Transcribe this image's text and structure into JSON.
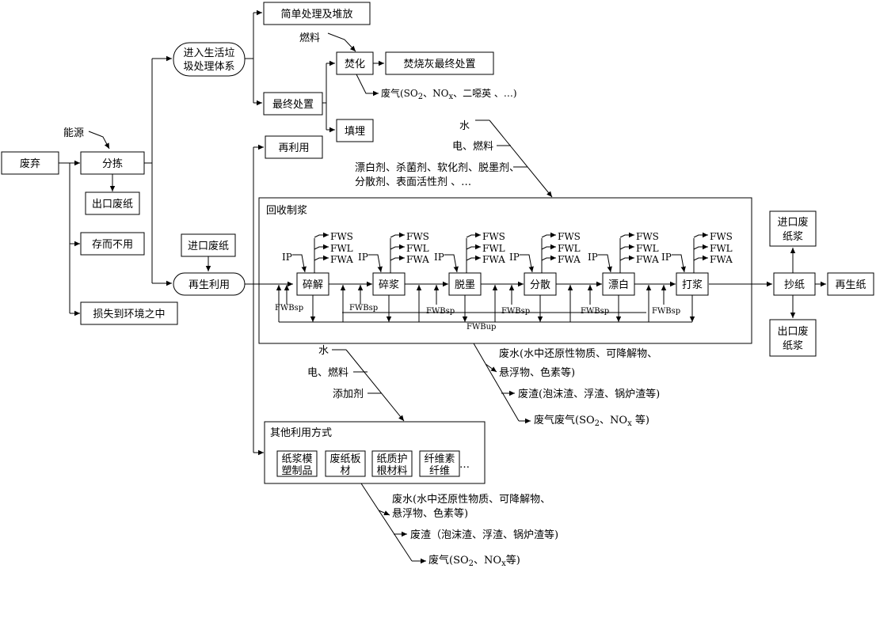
{
  "nodes": {
    "discard": "废弃",
    "energy": "能源",
    "sorting": "分拣",
    "export_paper": "出口废纸",
    "stored": "存而不用",
    "lost": "损失到环境之中",
    "msw_line1": "进入生活垃",
    "msw_line2": "圾处理体系",
    "simple": "简单处理及堆放",
    "fuel": "燃料",
    "incineration": "焚化",
    "ash": "焚烧灰最终处置",
    "final": "最终处置",
    "landfill": "填埋",
    "reuse": "再利用",
    "import_paper": "进口废纸",
    "recycle": "再生利用",
    "papermaking": "抄纸",
    "recycled_paper": "再生纸",
    "import_pulp_1": "进口废",
    "import_pulp_2": "纸浆",
    "export_pulp_1": "出口废",
    "export_pulp_2": "纸浆"
  },
  "incineration_gas": {
    "prefix": "废气(SO",
    "sub2": "2",
    "mid": "、NO",
    "subx": "x",
    "suffix": "、二噁英 、…)"
  },
  "pulping": {
    "title": "回收制浆",
    "inputs": {
      "water": "水",
      "power_fuel": "电、燃料",
      "chem_line1": "漂白剂、杀菌剂、软化剂、脱墨剂、",
      "chem_line2": "分散剂、表面活性剂 、…"
    },
    "stages": [
      "碎解",
      "碎浆",
      "脱墨",
      "分散",
      "漂白",
      "打浆"
    ],
    "ip": "IP",
    "outs": [
      "FWS",
      "FWL",
      "FWA"
    ],
    "fwbsp": "FWBsp",
    "fwbup": "FWBup",
    "outputs": {
      "ww_line1": "废水(水中还原性物质、可降解物、",
      "ww_line2": "悬浮物、色素等)",
      "residue": "废渣(泡沫渣、浮渣、锅炉渣等)",
      "gas_prefix": "废气废气(SO",
      "gas_sub2": "2",
      "gas_mid": "、NO",
      "gas_subx": "x",
      "gas_suffix": " 等)"
    }
  },
  "other": {
    "inputs": {
      "water": "水",
      "power_fuel": "电、燃料",
      "additive": "添加剂"
    },
    "title": "其他利用方式",
    "products": [
      [
        "纸浆模",
        "塑制品"
      ],
      [
        "废纸板",
        "材"
      ],
      [
        "纸质护",
        "根材料"
      ],
      [
        "纤维素",
        "纤维"
      ]
    ],
    "ellipsis": "…",
    "outputs": {
      "ww_line1": "废水(水中还原性物质、可降解物、",
      "ww_line2": "悬浮物、色素等)",
      "residue": "废渣（泡沫渣、浮渣、锅炉渣等)",
      "gas_prefix": "废气(SO",
      "gas_sub2": "2",
      "gas_mid": "、NO",
      "gas_subx": "x",
      "gas_suffix": "等)"
    }
  }
}
